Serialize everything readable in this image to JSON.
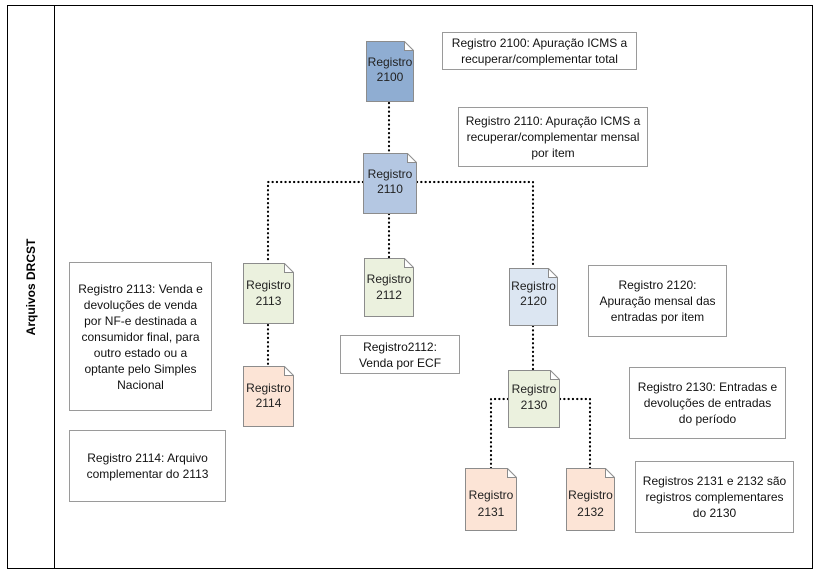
{
  "side_title": "Arquivos DRCST",
  "colors": {
    "r2100_fill": "#8fadd2",
    "r2110_fill": "#b4c7e2",
    "r2120_fill": "#dce6f2",
    "green_fill": "#ebf1de",
    "peach_fill": "#fce4d6",
    "doc_stroke": "#8c8c8c",
    "note_border": "#9a9a9a"
  },
  "nodes": {
    "r2100": {
      "line1": "Registro",
      "line2": "2100"
    },
    "r2110": {
      "line1": "Registro",
      "line2": "2110"
    },
    "r2113": {
      "line1": "Registro",
      "line2": "2113"
    },
    "r2112": {
      "line1": "Registro",
      "line2": "2112"
    },
    "r2120": {
      "line1": "Registro",
      "line2": "2120"
    },
    "r2114": {
      "line1": "Registro",
      "line2": "2114"
    },
    "r2130": {
      "line1": "Registro",
      "line2": "2130"
    },
    "r2131": {
      "line1": "Registro",
      "line2": "2131"
    },
    "r2132": {
      "line1": "Registro",
      "line2": "2132"
    }
  },
  "notes": {
    "n2100": "Registro 2100: Apuração ICMS a recuperar/complementar total",
    "n2110": "Registro 2110: Apuração ICMS a recuperar/complementar  mensal por item",
    "n2113": "Registro 2113: Venda e devoluções de venda por NF-e destinada a consumidor final, para outro estado ou a optante pelo Simples Nacional",
    "n2114": "Registro 2114: Arquivo complementar do 2113",
    "n2112": "Registro2112: Venda por ECF",
    "n2120": "Registro 2120: Apuração mensal das entradas por item",
    "n2130": "Registro 2130: Entradas e devoluções de entradas do período",
    "n2131": "Registros 2131 e 2132 são registros complementares do 2130"
  }
}
